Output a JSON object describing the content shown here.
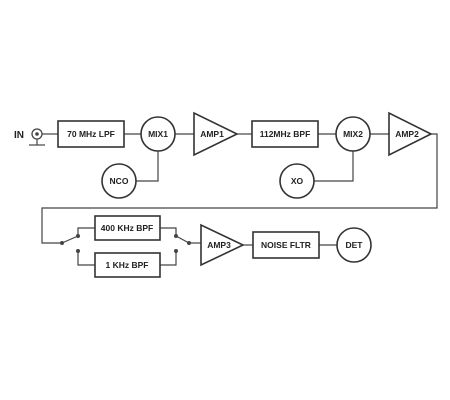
{
  "diagram": {
    "input_label": "IN",
    "blocks": {
      "lpf": "70 MHz LPF",
      "mix1": "MIX1",
      "amp1": "AMP1",
      "bpf112": "112MHz BPF",
      "mix2": "MIX2",
      "amp2": "AMP2",
      "nco": "NCO",
      "xo": "XO",
      "bpf400k": "400 KHz BPF",
      "bpf1k": "1 KHz BPF",
      "amp3": "AMP3",
      "noise": "NOISE FLTR",
      "det": "DET"
    }
  }
}
